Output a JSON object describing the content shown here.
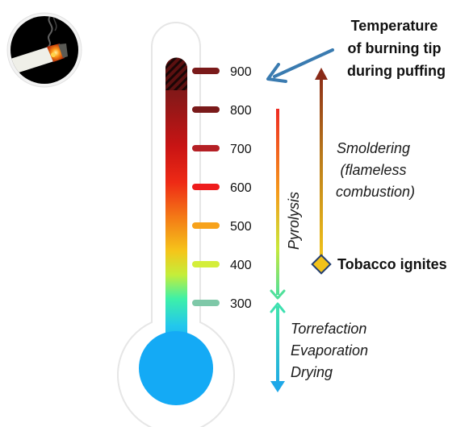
{
  "scale": {
    "ticks": [
      {
        "value": "900",
        "color": "#7a1a1a"
      },
      {
        "value": "800",
        "color": "#7a1a1a"
      },
      {
        "value": "700",
        "color": "#b52025"
      },
      {
        "value": "600",
        "color": "#ee1c1c"
      },
      {
        "value": "500",
        "color": "#f7a21b"
      },
      {
        "value": "400",
        "color": "#d4ee3a"
      },
      {
        "value": "300",
        "color": "#7ec8a8"
      }
    ]
  },
  "annotations": {
    "burning_tip": [
      "Temperature",
      "of burning tip",
      "during puffing"
    ],
    "smoldering": [
      "Smoldering",
      "(flameless",
      "combustion)"
    ],
    "tobacco_ignites": "Tobacco ignites",
    "pyrolysis": "Pyrolysis",
    "lower_phases": [
      "Torrefaction",
      "Evaporation",
      "Drying"
    ]
  },
  "colors": {
    "bulb": "#14aaf5",
    "burning_tip_arrow": "#3a7bb0",
    "ignite_marker": "#f2c21a",
    "ignite_marker_stroke": "#243f70"
  },
  "icons": {
    "cigarette": "burning-cigarette-icon"
  }
}
